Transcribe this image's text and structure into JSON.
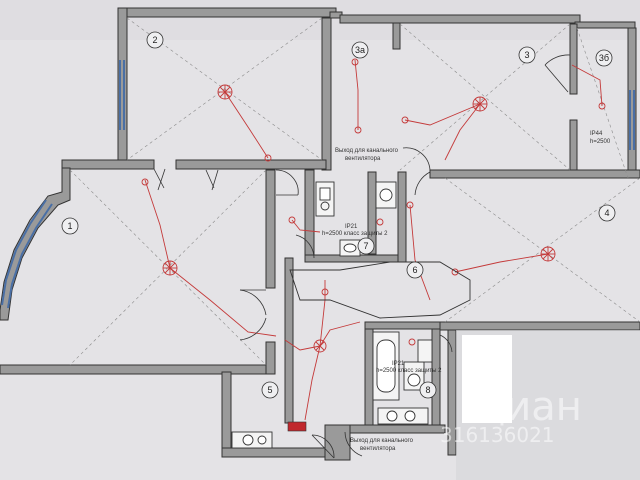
{
  "rooms": [
    {
      "id": "room-1",
      "label": "1"
    },
    {
      "id": "room-2",
      "label": "2"
    },
    {
      "id": "room-3",
      "label": "3"
    },
    {
      "id": "room-3a",
      "label": "3a"
    },
    {
      "id": "room-3b",
      "label": "3б"
    },
    {
      "id": "room-4",
      "label": "4"
    },
    {
      "id": "room-5",
      "label": "5"
    },
    {
      "id": "room-6",
      "label": "6"
    },
    {
      "id": "room-7",
      "label": "7"
    },
    {
      "id": "room-8",
      "label": "8"
    }
  ],
  "notes": {
    "vent_top_line1": "Выход для канального",
    "vent_top_line2": "вентилятора",
    "vent_bottom_line1": "Выход для канального",
    "vent_bottom_line2": "вентилятора",
    "ip44_line1": "IP44",
    "ip44_line2": "h=2500",
    "ip21_top_line1": "IP21",
    "ip21_top_line2": "h=2500 класс защиты 2",
    "ip21_bottom_line1": "IP21",
    "ip21_bottom_line2": "h=2500 класс защиты 2"
  },
  "watermark": {
    "brand": "циан",
    "id_text": "316136021"
  },
  "colors": {
    "paper": "#e4e3e6",
    "wall_fill": "#9a9a9a",
    "wall_stroke": "#333333",
    "wiring": "#c43a3a",
    "window": "#4a6fa5"
  }
}
